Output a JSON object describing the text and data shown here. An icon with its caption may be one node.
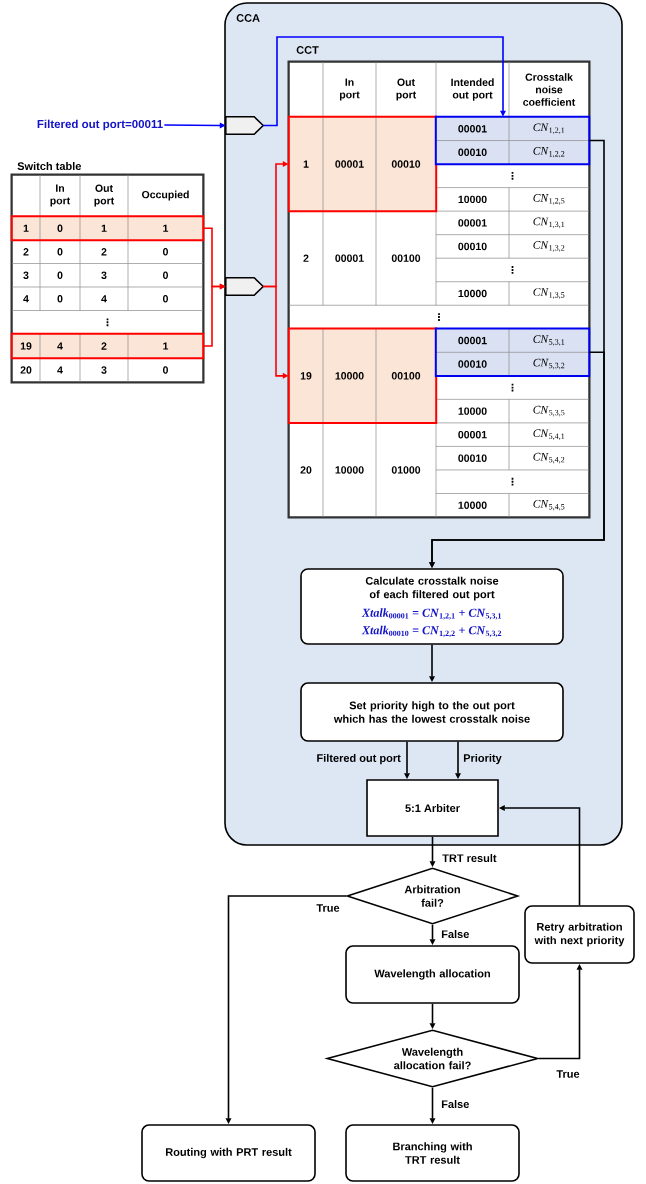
{
  "diagram": {
    "nodes": [
      {
        "text": [
          "Filtered out port=00011"
        ]
      },
      {
        "text": [
          "Switch table"
        ]
      },
      {
        "text": [
          "1",
          "0",
          "1",
          "1"
        ],
        "in": 1
      },
      {
        "text": [
          "19",
          "4",
          "2",
          "1"
        ],
        "in": 1
      },
      {
        "text": [
          "CCA"
        ]
      },
      {
        "text": [],
        "shape": "pentagon",
        "in": 4
      },
      {
        "text": [],
        "shape": "pentagon",
        "in": 4
      },
      {
        "text": [
          "CCT"
        ],
        "in": 4
      },
      {
        "text": [
          "1",
          "00001",
          "00010"
        ],
        "in": 7
      },
      {
        "text": [
          "00001",
          "*CN*$_{1,2,1}$",
          "00010",
          "*CN*$_{1,2,2}$"
        ],
        "in": 7
      },
      {
        "text": [
          "19",
          "10000",
          "00100"
        ],
        "in": 7
      },
      {
        "text": [
          "00001",
          "*CN*$_{5,3,1}$",
          "00010",
          "*CN*$_{5,3,2}$"
        ],
        "in": 7
      },
      {
        "text": [
          "Calculate crosstalk noise of each filtered out port",
          "*Xtalk*$_{00001}$ = *CN*$_{1,2,1}$ + *CN*$_{5,3,1}$",
          "*Xtalk*$_{00010}$ = *CN*$_{1,2,2}$ + *CN*$_{5,3,2}$"
        ],
        "in": 4
      },
      {
        "text": [
          "Set priority high to the out port which has the lowest crosstalk noise"
        ],
        "in": 4
      },
      {
        "text": [
          "5:1 Arbiter"
        ],
        "in": 4
      },
      {
        "text": [
          "Arbitration fail?"
        ]
      },
      {
        "text": [
          "Wavelength allocation"
        ]
      },
      {
        "text": [
          "Wavelength allocation fail?"
        ]
      },
      {
        "text": [
          "Retry arbitration with next priority"
        ]
      },
      {
        "text": [
          "Routing with PRT result"
        ]
      },
      {
        "text": [
          "Branching with TRT result"
        ]
      }
    ],
    "edges": [
      {
        "from": 0,
        "to": 5,
        "arrow": "to",
        "color": "#0000ff"
      },
      {
        "from": 5,
        "to": 9,
        "arrow": "to",
        "color": "#0000ff"
      },
      {
        "from": 2,
        "to": 6,
        "arrow": "to",
        "color": "#ff0000"
      },
      {
        "from": 3,
        "to": 6,
        "arrow": "to",
        "color": "#ff0000"
      },
      {
        "from": 6,
        "to": 8,
        "arrow": "to",
        "color": "#ff0000"
      },
      {
        "from": 6,
        "to": 10,
        "arrow": "to",
        "color": "#ff0000"
      },
      {
        "from": 9,
        "to": 12,
        "arrow": "to"
      },
      {
        "from": 11,
        "to": 12,
        "arrow": "to"
      },
      {
        "from": 12,
        "to": 13,
        "arrow": "to"
      },
      {
        "from": 13,
        "to": 14,
        "arrow": "to",
        "label": "Filtered out port"
      },
      {
        "from": 13,
        "to": 14,
        "arrow": "to",
        "label": "Priority"
      },
      {
        "from": 14,
        "to": 15,
        "arrow": "to",
        "label": "TRT result"
      },
      {
        "from": 15,
        "to": 19,
        "arrow": "to",
        "label": "True"
      },
      {
        "from": 15,
        "to": 16,
        "arrow": "to",
        "label": "False"
      },
      {
        "from": 16,
        "to": 17,
        "arrow": "to"
      },
      {
        "from": 17,
        "to": 18,
        "arrow": "to",
        "label": "True"
      },
      {
        "from": 17,
        "to": 20,
        "arrow": "to",
        "label": "False"
      },
      {
        "from": 18,
        "to": 14,
        "arrow": "to"
      }
    ],
    "labels": [
      "In port",
      "Out port",
      "Occupied",
      "2",
      "0",
      "2",
      "0",
      "3",
      "0",
      "3",
      "0",
      "4",
      "0",
      "4",
      "0",
      "⋮",
      "20",
      "4",
      "3",
      "0",
      "In port",
      "Out port",
      "Intended out port",
      "Crosstalk noise coefficient",
      "⋮",
      "10000",
      "*CN*$_{1,2,5}$",
      "2",
      "00001",
      "00100",
      "00001",
      "*CN*$_{1,3,1}$",
      "00010",
      "*CN*$_{1,3,2}$",
      "⋮",
      "10000",
      "*CN*$_{1,3,5}$",
      "⋮",
      "⋮",
      "10000",
      "*CN*$_{5,3,5}$",
      "20",
      "10000",
      "01000",
      "00001",
      "*CN*$_{5,4,1}$",
      "00010",
      "*CN*$_{5,4,2}$",
      "⋮",
      "10000",
      "*CN*$_{5,4,5}$"
    ]
  }
}
